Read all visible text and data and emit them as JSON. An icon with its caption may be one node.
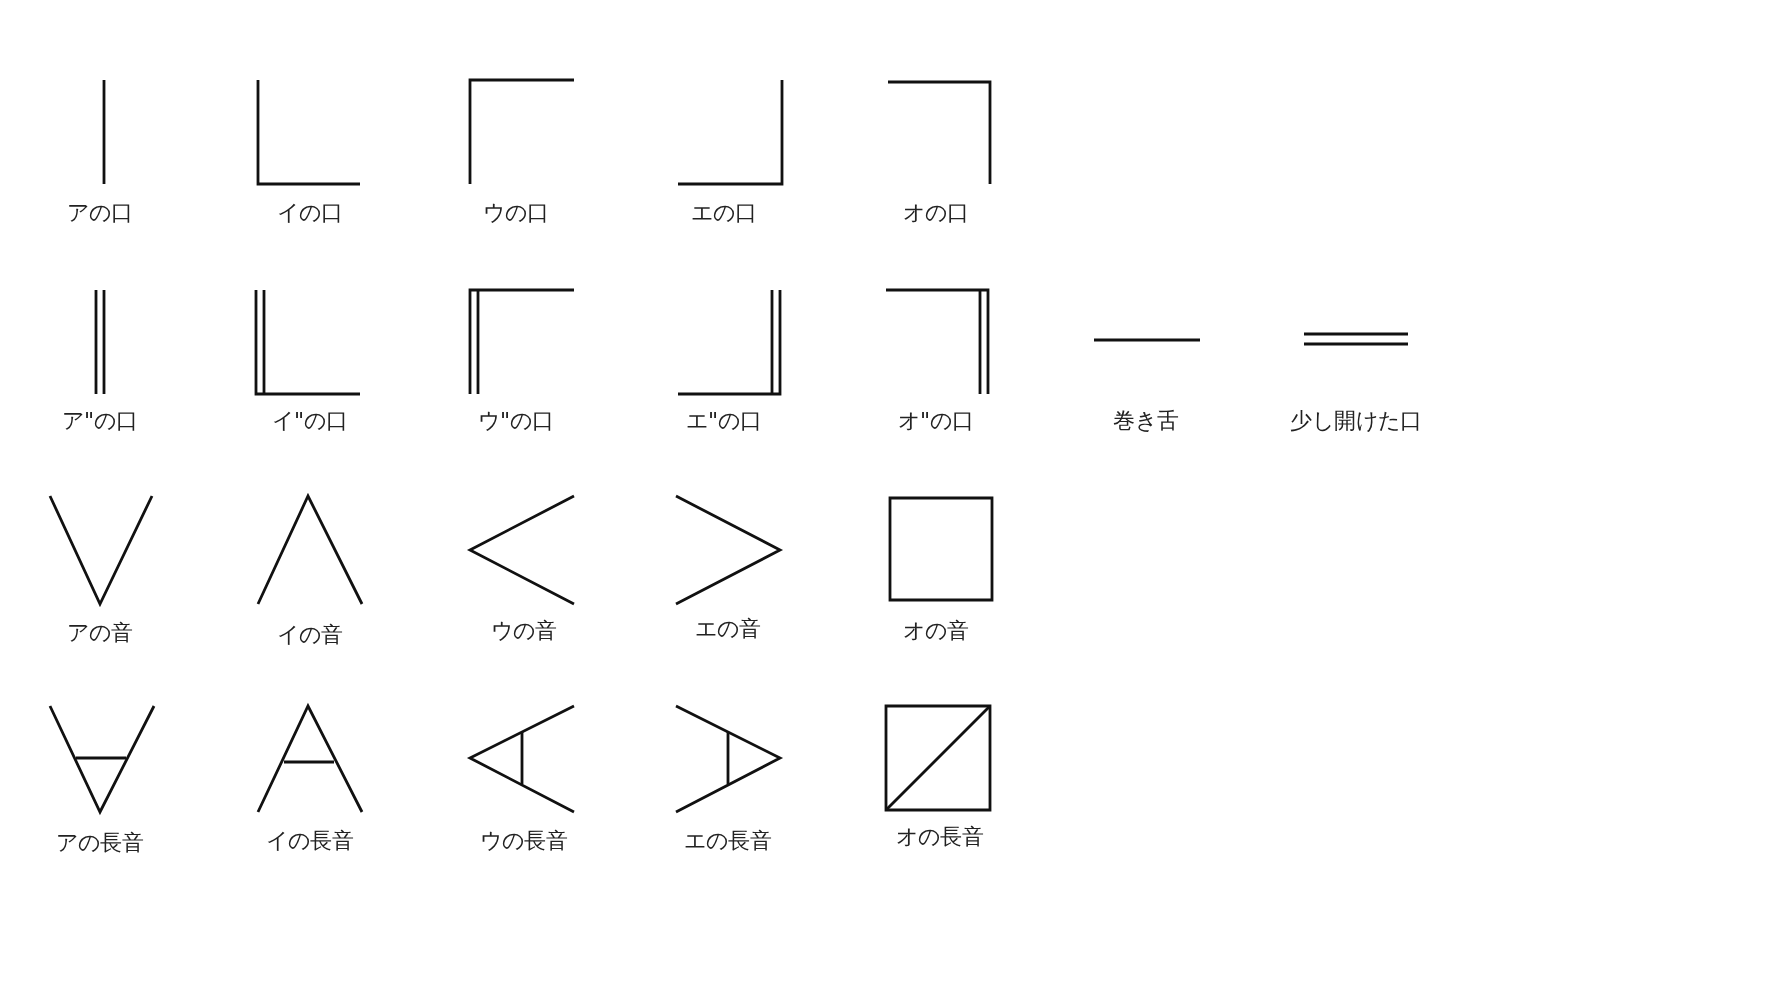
{
  "diagram": {
    "labels": [
      "アの口",
      "イの口",
      "ウの口",
      "エの口",
      "オの口",
      "ア\"の口",
      "イ\"の口",
      "ウ\"の口",
      "エ\"の口",
      "オ\"の口",
      "巻き舌",
      "少し開けた口",
      "アの音",
      "イの音",
      "ウの音",
      "エの音",
      "オの音",
      "アの長音",
      "イの長音",
      "ウの長音",
      "エの長音",
      "オの長音"
    ]
  }
}
